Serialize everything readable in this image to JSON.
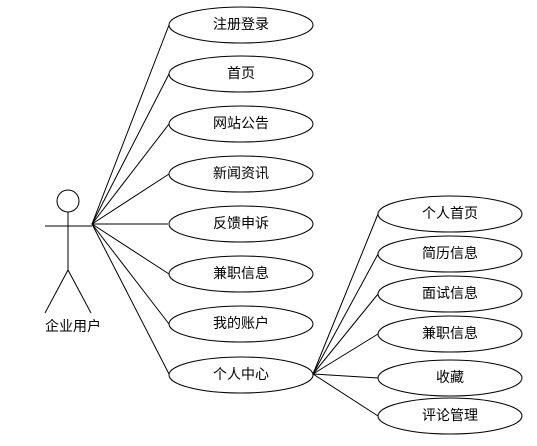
{
  "actor": {
    "label": "企业用户"
  },
  "use_cases": [
    {
      "id": "register-login",
      "label": "注册登录"
    },
    {
      "id": "home",
      "label": "首页"
    },
    {
      "id": "site-notice",
      "label": "网站公告"
    },
    {
      "id": "news",
      "label": "新闻资讯"
    },
    {
      "id": "feedback",
      "label": "反馈申诉"
    },
    {
      "id": "part-time-info",
      "label": "兼职信息"
    },
    {
      "id": "my-account",
      "label": "我的账户"
    },
    {
      "id": "personal-center",
      "label": "个人中心"
    }
  ],
  "sub_use_cases": [
    {
      "id": "personal-home",
      "label": "个人首页"
    },
    {
      "id": "resume-info",
      "label": "简历信息"
    },
    {
      "id": "interview-info",
      "label": "面试信息"
    },
    {
      "id": "part-time-info-sub",
      "label": "兼职信息"
    },
    {
      "id": "favorites",
      "label": "收藏"
    },
    {
      "id": "comment-manage",
      "label": "评论管理"
    }
  ]
}
